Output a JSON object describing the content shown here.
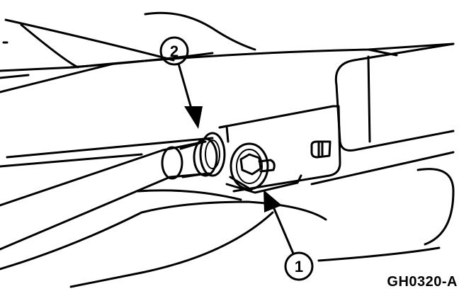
{
  "callouts": [
    {
      "label": "2",
      "part": "bushing"
    },
    {
      "label": "1",
      "part": "nut"
    }
  ],
  "figure_id": "GH0320-A",
  "colors": {
    "ink": "#000000",
    "paper": "#ffffff"
  }
}
